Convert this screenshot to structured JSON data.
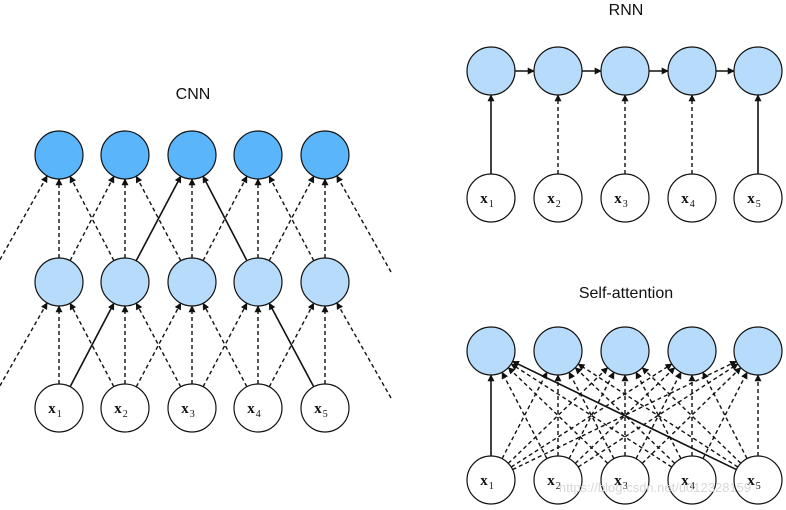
{
  "titles": {
    "cnn": "CNN",
    "rnn": "RNN",
    "self_attention": "Self-attention"
  },
  "input_token": "x",
  "input_indices": [
    "1",
    "2",
    "3",
    "4",
    "5"
  ],
  "watermark": "https://blog.csdn.net/u012328159",
  "colors": {
    "cnn_top": "#5bb5fb",
    "hidden": "#b7dcfb",
    "input": "#ffffff",
    "stroke": "#111111"
  }
}
